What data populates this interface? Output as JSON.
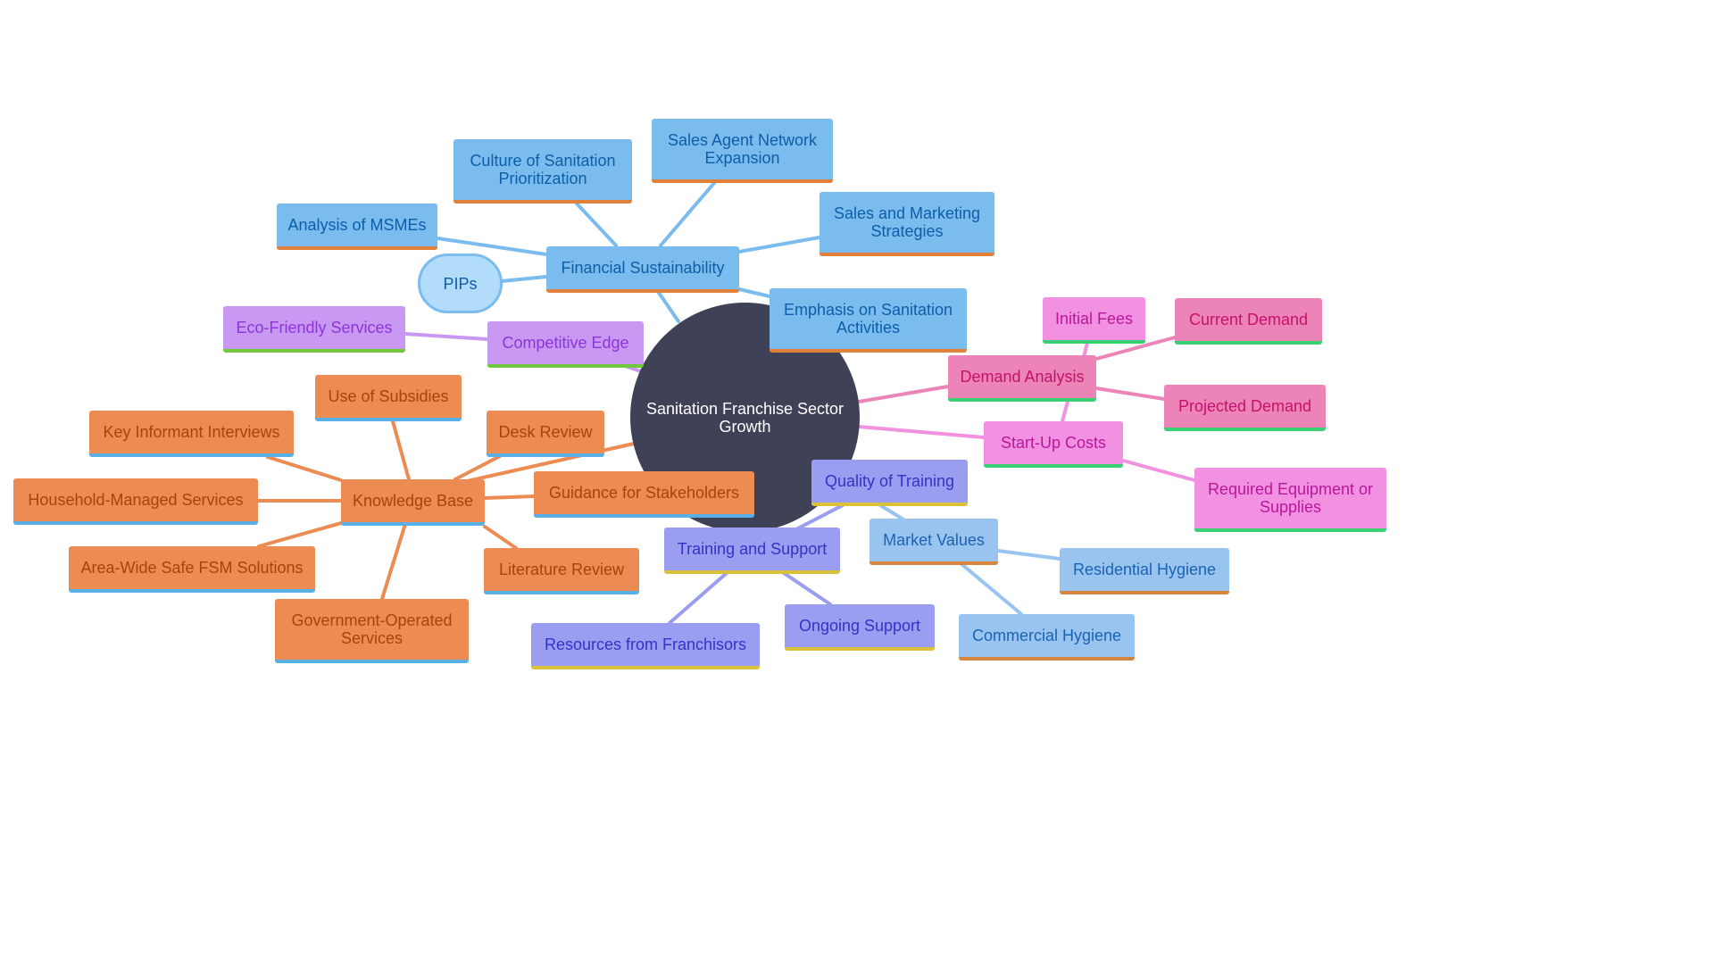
{
  "center": {
    "label": "Sanitation Franchise Sector Growth"
  },
  "nodes": {
    "financial_sustainability": "Financial Sustainability",
    "pips": "PIPs",
    "analysis_msmes": "Analysis of MSMEs",
    "culture_sanitation": "Culture of Sanitation Prioritization",
    "sales_agent_network": "Sales Agent Network Expansion",
    "sales_marketing": "Sales and Marketing Strategies",
    "emphasis_sanitation": "Emphasis on Sanitation Activities",
    "competitive_edge": "Competitive Edge",
    "eco_friendly": "Eco-Friendly Services",
    "demand_analysis": "Demand Analysis",
    "initial_fees": "Initial Fees",
    "current_demand": "Current Demand",
    "projected_demand": "Projected Demand",
    "startup_costs": "Start-Up Costs",
    "required_equipment": "Required Equipment or Supplies",
    "knowledge_base": "Knowledge Base",
    "use_subsidies": "Use of Subsidies",
    "key_informant": "Key Informant Interviews",
    "desk_review": "Desk Review",
    "household_managed": "Household-Managed Services",
    "guidance_stakeholders": "Guidance for Stakeholders",
    "area_wide": "Area-Wide Safe FSM Solutions",
    "literature_review": "Literature Review",
    "government_operated": "Government-Operated Services",
    "quality_training": "Quality of Training",
    "training_support": "Training and Support",
    "ongoing_support": "Ongoing Support",
    "resources_franchisors": "Resources from Franchisors",
    "market_values": "Market Values",
    "residential_hygiene": "Residential Hygiene",
    "commercial_hygiene": "Commercial Hygiene"
  },
  "colors": {
    "center": "#3f4257",
    "blue_branch": "#7bbcef",
    "purple_branch": "#c898f2",
    "pink_branch": "#ec84b8",
    "light_pink_branch": "#f291e2",
    "orange_branch": "#ec8b52",
    "indigo_branch": "#9a9df0",
    "steel_branch": "#99c4f0"
  }
}
